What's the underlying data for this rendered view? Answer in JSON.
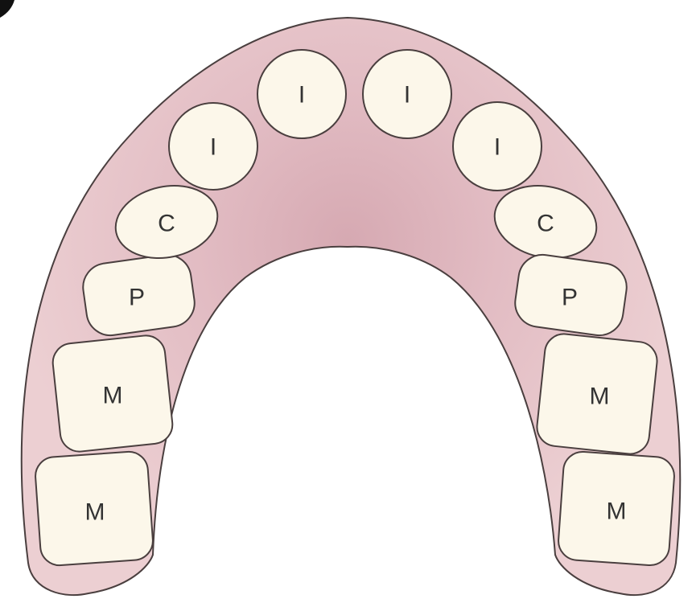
{
  "colors": {
    "gum_fill": "#e7c8cc",
    "gum_inner": "#dbb0b8",
    "tooth_fill": "#fcf7ea",
    "outline": "#4a3f3f",
    "label": "#333333",
    "background": "#ffffff"
  },
  "teeth": [
    {
      "id": "left-molar-2",
      "label": "M",
      "side": "left"
    },
    {
      "id": "left-molar-1",
      "label": "M",
      "side": "left"
    },
    {
      "id": "left-premolar",
      "label": "P",
      "side": "left"
    },
    {
      "id": "left-canine",
      "label": "C",
      "side": "left"
    },
    {
      "id": "left-incisor-lateral",
      "label": "I",
      "side": "left"
    },
    {
      "id": "left-incisor-central",
      "label": "I",
      "side": "left"
    },
    {
      "id": "right-incisor-central",
      "label": "I",
      "side": "right"
    },
    {
      "id": "right-incisor-lateral",
      "label": "I",
      "side": "right"
    },
    {
      "id": "right-canine",
      "label": "C",
      "side": "right"
    },
    {
      "id": "right-premolar",
      "label": "P",
      "side": "right"
    },
    {
      "id": "right-molar-1",
      "label": "M",
      "side": "right"
    },
    {
      "id": "right-molar-2",
      "label": "M",
      "side": "right"
    }
  ]
}
